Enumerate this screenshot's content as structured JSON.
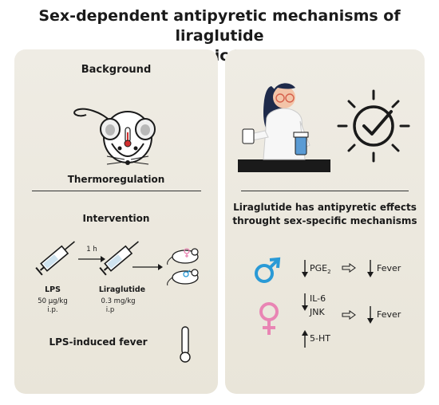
{
  "title_line1": "Sex-dependent antipyretic mechanisms of liraglutide",
  "title_line2": "during systemic inflammation",
  "left": {
    "background_heading": "Background",
    "thermoregulation": "Thermoregulation",
    "intervention_heading": "Intervention",
    "interval": "1 h",
    "lps_label": "LPS",
    "lps_dose": "50 µg/kg",
    "lps_route": "i.p.",
    "lira_label": "Liraglutide",
    "lira_dose": "0.3 mg/kg",
    "lira_route": "i.p",
    "fever_label": "LPS-induced fever"
  },
  "right": {
    "conclusion_line1": "Liraglutide has antipyretic effects",
    "conclusion_line2": "throught sex-specific mechanisms",
    "male_marker": "PGE",
    "male_marker_sub": "2",
    "male_outcome": "Fever",
    "female_marker1": "IL-6",
    "female_marker2": "JNK",
    "female_marker3": "5-HT",
    "female_outcome": "Fever"
  },
  "colors": {
    "male": "#2a9ad6",
    "female": "#e985b4",
    "panel": "#ece9e0",
    "dark": "#1a1a1a"
  }
}
